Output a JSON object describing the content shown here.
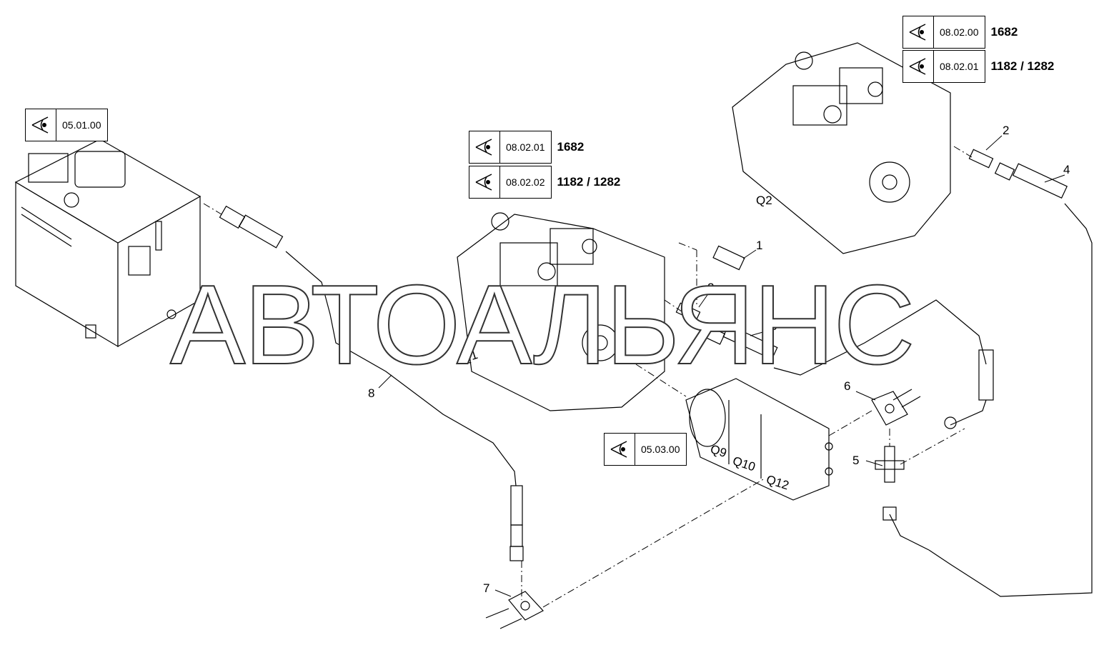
{
  "references": [
    {
      "code": "05.01.00",
      "model": ""
    },
    {
      "code": "08.02.01",
      "model": "1682"
    },
    {
      "code": "08.02.02",
      "model": "1182 / 1282"
    },
    {
      "code": "08.02.00",
      "model": "1682"
    },
    {
      "code": "08.02.01",
      "model": "1182 / 1282"
    },
    {
      "code": "05.03.00",
      "model": ""
    }
  ],
  "callouts": [
    "1",
    "2",
    "2",
    "3",
    "4",
    "5",
    "6",
    "7",
    "8"
  ],
  "components": [
    "Q1",
    "Q2",
    "Q9",
    "Q10",
    "Q12"
  ],
  "watermark": "АВТОАЛЬЯНС",
  "icons": {
    "reference": "eye-icon"
  }
}
